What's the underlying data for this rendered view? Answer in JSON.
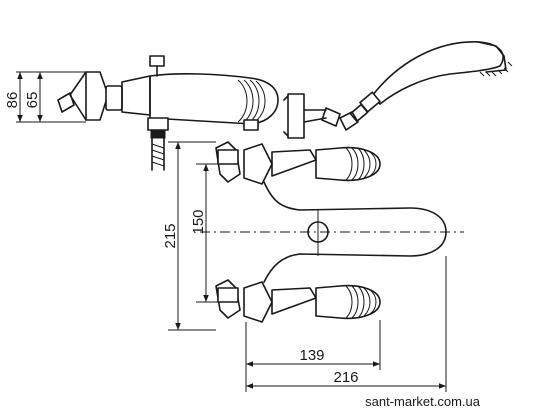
{
  "dimensions": {
    "height_total": "86",
    "height_spout": "65",
    "height_overall": "215",
    "inlet_spacing": "150",
    "handle_reach": "139",
    "overall_depth": "216"
  },
  "watermark": "sant-market.com.ua"
}
